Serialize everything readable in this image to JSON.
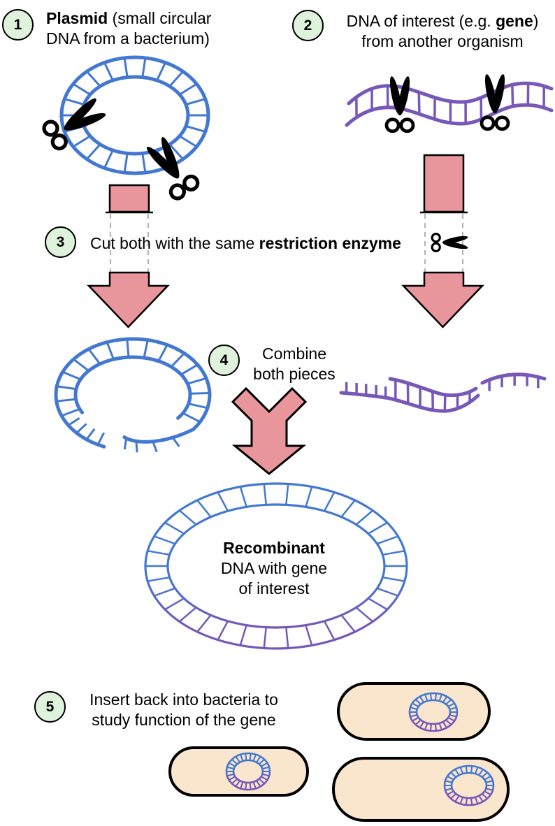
{
  "colors": {
    "blue": "#4378d2",
    "purple": "#7757b8",
    "pink": "#e8959c",
    "green": "#dff3dc",
    "peach": "#fae6cd",
    "gray": "#b5b5b5",
    "ink": "#000000"
  },
  "icons": {
    "scissors": "✂"
  },
  "steps": {
    "s1": {
      "num": "1",
      "bold": "Plasmid",
      "rest": " (small circular",
      "line2": "DNA from a bacterium)"
    },
    "s2": {
      "num": "2",
      "pre": "DNA of interest (e.g. ",
      "bold": "gene",
      "post": ")",
      "line2": "from another organism"
    },
    "s3": {
      "num": "3",
      "pre": "Cut both with the same ",
      "bold": "restriction enzyme"
    },
    "s4": {
      "num": "4",
      "line1": "Combine",
      "line2": "both pieces"
    },
    "s5": {
      "num": "5",
      "line1": "Insert back into bacteria to",
      "line2": "study function of the gene"
    }
  },
  "recombinant_label": {
    "line1": "Recombinant",
    "line2": "DNA with gene",
    "line3": "of interest"
  }
}
